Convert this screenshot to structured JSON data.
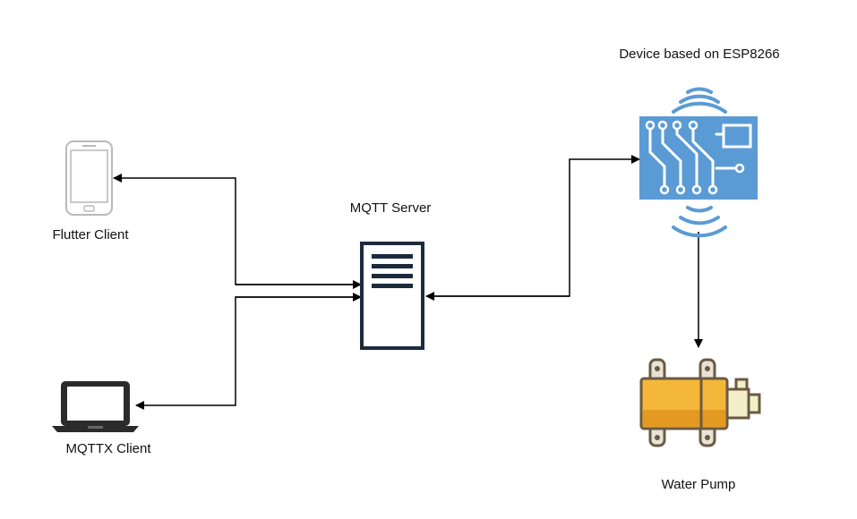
{
  "labels": {
    "device": "Device based on ESP8266",
    "mqtt_server": "MQTT Server",
    "flutter_client": "Flutter Client",
    "mqttx_client": "MQTTX Client",
    "water_pump": "Water Pump"
  },
  "colors": {
    "edge": "#000000",
    "server_outline": "#1c2b3c",
    "chip_blue": "#5b9bd5",
    "pump_body": "#f4b73a",
    "pump_dark": "#6b5a43",
    "device_gray": "#b8b8b8"
  },
  "icons": {
    "flutter_client": "smartphone-icon",
    "mqttx_client": "laptop-icon",
    "mqtt_server": "server-icon",
    "device": "iot-chip-wireless-icon",
    "water_pump": "water-pump-icon"
  }
}
